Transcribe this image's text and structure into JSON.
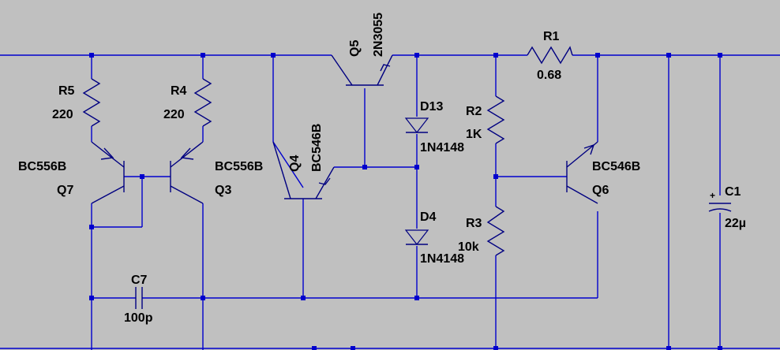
{
  "schematic": {
    "components": {
      "R1": {
        "ref": "R1",
        "value": "0.68"
      },
      "R2": {
        "ref": "R2",
        "value": "1K"
      },
      "R3": {
        "ref": "R3",
        "value": "10k"
      },
      "R4": {
        "ref": "R4",
        "value": "220"
      },
      "R5": {
        "ref": "R5",
        "value": "220"
      },
      "C1": {
        "ref": "C1",
        "value": "22µ",
        "polarity": "+"
      },
      "C7": {
        "ref": "C7",
        "value": "100p"
      },
      "D4": {
        "ref": "D4",
        "value": "1N4148"
      },
      "D13": {
        "ref": "D13",
        "value": "1N4148"
      },
      "Q3": {
        "ref": "Q3",
        "value": "BC556B"
      },
      "Q4": {
        "ref": "Q4",
        "value": "BC546B"
      },
      "Q5": {
        "ref": "Q5",
        "value": "2N3055"
      },
      "Q6": {
        "ref": "Q6",
        "value": "BC546B"
      },
      "Q7": {
        "ref": "Q7",
        "value": "BC556B"
      }
    },
    "colors": {
      "background": "#c0c0c0",
      "wire": "#0000cd",
      "component": "#000080",
      "text": "#000000"
    }
  }
}
